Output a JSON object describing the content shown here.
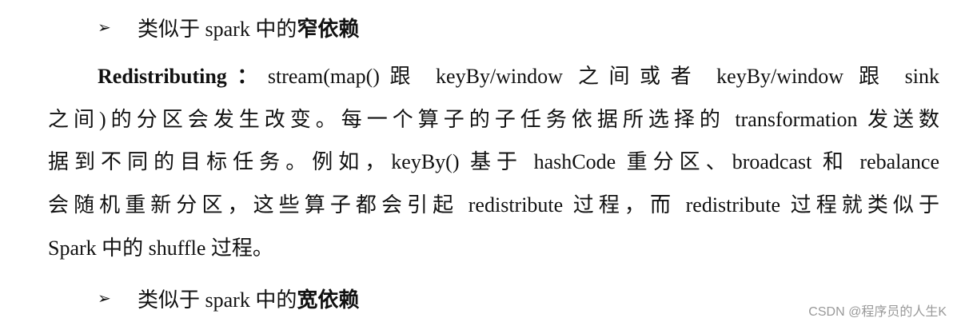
{
  "bullets": [
    {
      "prefix": "类似于 spark 中的",
      "emphasis": "窄依赖"
    },
    {
      "prefix": "类似于 spark 中的",
      "emphasis": "宽依赖"
    }
  ],
  "paragraph": {
    "term": "Redistributing：",
    "lines": [
      "stream(map()跟 keyBy/window 之间或者 keyBy/window 跟 sink",
      "之间)的分区会发生改变。每一个算子的子任务依据所选择的 transformation 发送数",
      "据到不同的目标任务。例如，keyBy() 基于 hashCode 重分区、broadcast 和 rebalance",
      "会随机重新分区，这些算子都会引起 redistribute 过程，而 redistribute 过程就类似于",
      "Spark 中的 shuffle 过程。"
    ]
  },
  "watermark": "CSDN @程序员的人生K"
}
